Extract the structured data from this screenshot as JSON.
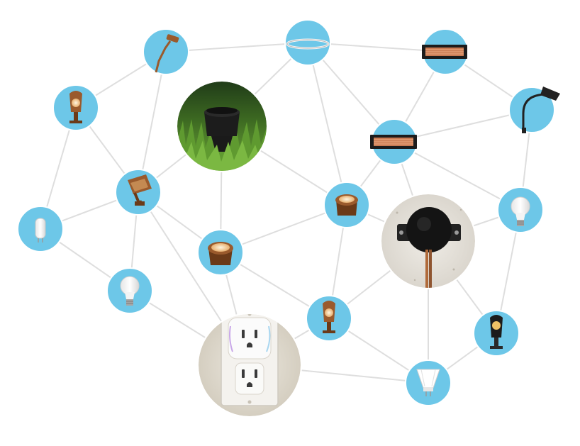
{
  "diagram": {
    "colors": {
      "node_fill": "#6dc7e8",
      "edge": "#dedede",
      "node_stroke": "#ffffff",
      "bronze": "#9a5a2c",
      "bronze_dark": "#6b3a18",
      "black": "#1c1c1c",
      "wall": "#d9d4c8",
      "grass": "#4f8a2a",
      "led": "#f3c48a"
    },
    "nodes": [
      {
        "id": "path-light",
        "icon": "path-light-icon"
      },
      {
        "id": "halo-ring",
        "icon": "ring-light-icon"
      },
      {
        "id": "brick-light-top",
        "icon": "brick-light-icon"
      },
      {
        "id": "spot-light-left",
        "icon": "spot-light-icon"
      },
      {
        "id": "well-light-grass",
        "icon": "in-ground-well-light-icon"
      },
      {
        "id": "wall-lamp",
        "icon": "wall-lamp-icon"
      },
      {
        "id": "brick-light-center",
        "icon": "brick-light-icon"
      },
      {
        "id": "flood-light",
        "icon": "flood-light-icon"
      },
      {
        "id": "g4-bulb",
        "icon": "g4-bulb-icon"
      },
      {
        "id": "well-light-center",
        "icon": "well-light-icon"
      },
      {
        "id": "a19-bulb-right",
        "icon": "a19-bulb-icon"
      },
      {
        "id": "controller-box",
        "icon": "junction-controller-icon"
      },
      {
        "id": "well-light-left",
        "icon": "well-light-icon"
      },
      {
        "id": "a19-bulb-left",
        "icon": "a19-bulb-icon"
      },
      {
        "id": "smart-outlet",
        "icon": "smart-plug-outlet-icon"
      },
      {
        "id": "spot-light-bottom",
        "icon": "spot-light-icon"
      },
      {
        "id": "spot-light-right",
        "icon": "black-spot-light-icon"
      },
      {
        "id": "mr16-bulb",
        "icon": "mr16-bulb-icon"
      }
    ],
    "edges": [
      [
        "path-light",
        "halo-ring"
      ],
      [
        "path-light",
        "spot-light-left"
      ],
      [
        "path-light",
        "flood-light"
      ],
      [
        "halo-ring",
        "brick-light-top"
      ],
      [
        "halo-ring",
        "brick-light-center"
      ],
      [
        "halo-ring",
        "well-light-center"
      ],
      [
        "halo-ring",
        "well-light-grass"
      ],
      [
        "brick-light-top",
        "wall-lamp"
      ],
      [
        "brick-light-top",
        "brick-light-center"
      ],
      [
        "wall-lamp",
        "brick-light-center"
      ],
      [
        "wall-lamp",
        "a19-bulb-right"
      ],
      [
        "spot-light-left",
        "flood-light"
      ],
      [
        "spot-light-left",
        "g4-bulb"
      ],
      [
        "well-light-grass",
        "flood-light"
      ],
      [
        "well-light-grass",
        "well-light-center"
      ],
      [
        "well-light-grass",
        "well-light-left"
      ],
      [
        "brick-light-center",
        "well-light-center"
      ],
      [
        "brick-light-center",
        "a19-bulb-right"
      ],
      [
        "brick-light-center",
        "controller-box"
      ],
      [
        "flood-light",
        "g4-bulb"
      ],
      [
        "flood-light",
        "well-light-left"
      ],
      [
        "flood-light",
        "a19-bulb-left"
      ],
      [
        "flood-light",
        "smart-outlet"
      ],
      [
        "g4-bulb",
        "a19-bulb-left"
      ],
      [
        "well-light-center",
        "well-light-left"
      ],
      [
        "well-light-center",
        "spot-light-bottom"
      ],
      [
        "well-light-center",
        "controller-box"
      ],
      [
        "a19-bulb-right",
        "controller-box"
      ],
      [
        "a19-bulb-right",
        "spot-light-right"
      ],
      [
        "controller-box",
        "spot-light-bottom"
      ],
      [
        "controller-box",
        "mr16-bulb"
      ],
      [
        "controller-box",
        "spot-light-right"
      ],
      [
        "well-light-left",
        "smart-outlet"
      ],
      [
        "well-light-left",
        "spot-light-bottom"
      ],
      [
        "a19-bulb-left",
        "smart-outlet"
      ],
      [
        "smart-outlet",
        "spot-light-bottom"
      ],
      [
        "smart-outlet",
        "mr16-bulb"
      ],
      [
        "spot-light-bottom",
        "mr16-bulb"
      ],
      [
        "spot-light-right",
        "mr16-bulb"
      ]
    ]
  }
}
